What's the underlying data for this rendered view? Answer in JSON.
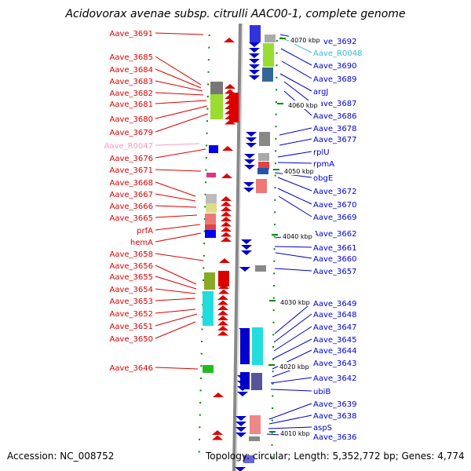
{
  "title": "Acidovorax avenae subsp. citrulli AAC00-1, complete genome",
  "accession": "Accession: NC_008752",
  "topology": "Topology: circular; Length: 5,352,772 bp; Genes: 4,774",
  "colors": {
    "left_gene": "#dd0000",
    "right_gene": "#0000cc",
    "rna_left": "#ff99bb",
    "rna_right": "#33bbdd",
    "backbone": "#888888",
    "tick": "#008800"
  },
  "left_labels": [
    {
      "text": "Aave_3691",
      "color": "#dd0000"
    },
    {
      "text": "Aave_3685",
      "color": "#dd0000"
    },
    {
      "text": "Aave_3684",
      "color": "#dd0000"
    },
    {
      "text": "Aave_3683",
      "color": "#dd0000"
    },
    {
      "text": "Aave_3682",
      "color": "#dd0000"
    },
    {
      "text": "Aave_3681",
      "color": "#dd0000"
    },
    {
      "text": "Aave_3680",
      "color": "#dd0000"
    },
    {
      "text": "Aave_3679",
      "color": "#dd0000"
    },
    {
      "text": "Aave_R0047",
      "color": "#ff99bb"
    },
    {
      "text": "Aave_3676",
      "color": "#dd0000"
    },
    {
      "text": "Aave_3671",
      "color": "#dd0000"
    },
    {
      "text": "Aave_3668",
      "color": "#dd0000"
    },
    {
      "text": "Aave_3667",
      "color": "#dd0000"
    },
    {
      "text": "Aave_3666",
      "color": "#dd0000"
    },
    {
      "text": "Aave_3665",
      "color": "#dd0000"
    },
    {
      "text": "prfA",
      "color": "#dd0000"
    },
    {
      "text": "hemA",
      "color": "#dd0000"
    },
    {
      "text": "Aave_3658",
      "color": "#dd0000"
    },
    {
      "text": "Aave_3656",
      "color": "#dd0000"
    },
    {
      "text": "Aave_3655",
      "color": "#dd0000"
    },
    {
      "text": "Aave_3654",
      "color": "#dd0000"
    },
    {
      "text": "Aave_3653",
      "color": "#dd0000"
    },
    {
      "text": "Aave_3652",
      "color": "#dd0000"
    },
    {
      "text": "Aave_3651",
      "color": "#dd0000"
    },
    {
      "text": "Aave_3650",
      "color": "#dd0000"
    },
    {
      "text": "Aave_3646",
      "color": "#dd0000"
    }
  ],
  "right_labels": [
    {
      "text": "Aave_3692",
      "color": "#0000cc"
    },
    {
      "text": "Aave_R0048",
      "color": "#33bbdd"
    },
    {
      "text": "Aave_3690",
      "color": "#0000cc"
    },
    {
      "text": "Aave_3689",
      "color": "#0000cc"
    },
    {
      "text": "argJ",
      "color": "#0000cc"
    },
    {
      "text": "Aave_3687",
      "color": "#0000cc"
    },
    {
      "text": "Aave_3686",
      "color": "#0000cc"
    },
    {
      "text": "Aave_3678",
      "color": "#0000cc"
    },
    {
      "text": "Aave_3677",
      "color": "#0000cc"
    },
    {
      "text": "rplU",
      "color": "#0000cc"
    },
    {
      "text": "rpmA",
      "color": "#0000cc"
    },
    {
      "text": "obgE",
      "color": "#0000cc"
    },
    {
      "text": "Aave_3672",
      "color": "#0000cc"
    },
    {
      "text": "Aave_3670",
      "color": "#0000cc"
    },
    {
      "text": "Aave_3669",
      "color": "#0000cc"
    },
    {
      "text": "Aave_3662",
      "color": "#0000cc"
    },
    {
      "text": "Aave_3661",
      "color": "#0000cc"
    },
    {
      "text": "Aave_3660",
      "color": "#0000cc"
    },
    {
      "text": "Aave_3657",
      "color": "#0000cc"
    },
    {
      "text": "Aave_3649",
      "color": "#0000cc"
    },
    {
      "text": "Aave_3648",
      "color": "#0000cc"
    },
    {
      "text": "Aave_3647",
      "color": "#0000cc"
    },
    {
      "text": "Aave_3645",
      "color": "#0000cc"
    },
    {
      "text": "Aave_3644",
      "color": "#0000cc"
    },
    {
      "text": "Aave_3643",
      "color": "#0000cc"
    },
    {
      "text": "Aave_3642",
      "color": "#0000cc"
    },
    {
      "text": "ubiB",
      "color": "#0000cc"
    },
    {
      "text": "Aave_3639",
      "color": "#0000cc"
    },
    {
      "text": "Aave_3638",
      "color": "#0000cc"
    },
    {
      "text": "aspS",
      "color": "#0000cc"
    },
    {
      "text": "Aave_3636",
      "color": "#0000cc"
    }
  ],
  "kbp_marks": [
    "4070 kbp",
    "4060 kbp",
    "4050 kbp",
    "4040 kbp",
    "4030 kbp",
    "4020 kbp",
    "4010 kbp"
  ]
}
